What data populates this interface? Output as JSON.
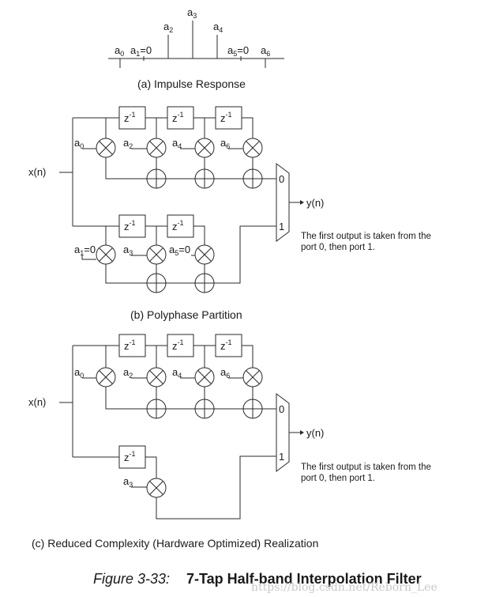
{
  "impulse": {
    "labels": [
      {
        "base": "a",
        "sub": "0",
        "suffix": ""
      },
      {
        "base": "a",
        "sub": "1",
        "suffix": "=0"
      },
      {
        "base": "a",
        "sub": "2",
        "suffix": ""
      },
      {
        "base": "a",
        "sub": "3",
        "suffix": ""
      },
      {
        "base": "a",
        "sub": "4",
        "suffix": ""
      },
      {
        "base": "a",
        "sub": "5",
        "suffix": "=0"
      },
      {
        "base": "a",
        "sub": "6",
        "suffix": ""
      }
    ],
    "caption": "(a) Impulse Response"
  },
  "common": {
    "delay": {
      "base": "z",
      "sup": "-1"
    },
    "input_label": "x(n)",
    "output_label": "y(n)",
    "mux_port0": "0",
    "mux_port1": "1",
    "note_line1": "The first output is taken from the",
    "note_line2": "port 0, then port 1."
  },
  "poly": {
    "top_coeffs": [
      {
        "base": "a",
        "sub": "0",
        "suffix": ""
      },
      {
        "base": "a",
        "sub": "2",
        "suffix": ""
      },
      {
        "base": "a",
        "sub": "4",
        "suffix": ""
      },
      {
        "base": "a",
        "sub": "6",
        "suffix": ""
      }
    ],
    "bottom_coeffs": [
      {
        "base": "a",
        "sub": "1",
        "suffix": "=0"
      },
      {
        "base": "a",
        "sub": "3",
        "suffix": ""
      },
      {
        "base": "a",
        "sub": "5",
        "suffix": "=0"
      }
    ],
    "caption": "(b) Polyphase Partition"
  },
  "reduced": {
    "top_coeffs": [
      {
        "base": "a",
        "sub": "0",
        "suffix": ""
      },
      {
        "base": "a",
        "sub": "2",
        "suffix": ""
      },
      {
        "base": "a",
        "sub": "4",
        "suffix": ""
      },
      {
        "base": "a",
        "sub": "6",
        "suffix": ""
      }
    ],
    "bottom_coeffs": [
      {
        "base": "a",
        "sub": "3",
        "suffix": ""
      }
    ],
    "caption": "(c) Reduced Complexity (Hardware Optimized) Realization"
  },
  "figure": {
    "label": "Figure 3-33:",
    "title": "7-Tap Half-band Interpolation Filter"
  },
  "watermark": "https://blog.csdn.net/Reborn_Lee"
}
